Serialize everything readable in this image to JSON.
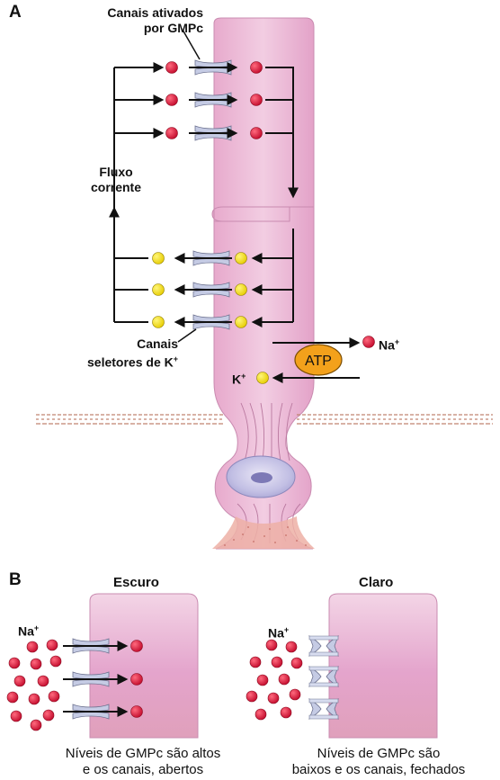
{
  "panel_a": {
    "letter": "A",
    "cgmp_channels_label_line1": "Canais ativados",
    "cgmp_channels_label_line2": "por GMPc",
    "current_label_line1": "Fluxo",
    "current_label_line2": "corrente",
    "k_channels_label_line1": "Canais",
    "k_channels_label_line2": "seletores de K",
    "k_channels_superscript": "+",
    "pump_label": "ATP",
    "na_label": "Na",
    "na_superscript": "+",
    "k_label": "K",
    "k_superscript": "+"
  },
  "panel_b": {
    "letter": "B",
    "dark": {
      "heading": "Escuro",
      "ion_label": "Na",
      "ion_superscript": "+",
      "caption_line1": "Níveis de GMPc são altos",
      "caption_line2": "e os canais, abertos"
    },
    "light": {
      "heading": "Claro",
      "ion_label": "Na",
      "ion_superscript": "+",
      "caption_line1": "Níveis de GMPc são",
      "caption_line2": "baixos e os canais, fechados"
    }
  },
  "colors": {
    "cell_fill": "#e9b4d2",
    "cell_dark": "#d98ab8",
    "na_ion": "#d8123a",
    "k_ion": "#f2df0c",
    "pump": "#f3a11b",
    "channel": "#c7cde6",
    "nucleus": "#b7b5de",
    "synapse": "#ecaaa0"
  }
}
